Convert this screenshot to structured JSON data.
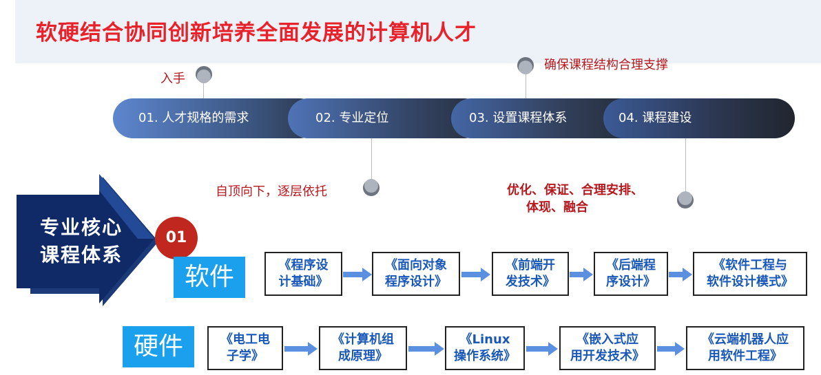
{
  "title": "软硬结合协同创新培养全面发展的计算机人才",
  "notes": {
    "start": "入手",
    "ensure": "确保课程结构合理支撑",
    "topdown": "自顶向下，逐层依托",
    "optimize_line1": "优化、保证、合理安排、",
    "optimize_line2": "体现、融合"
  },
  "process": [
    {
      "label": "01. 人才规格的需求"
    },
    {
      "label": "02. 专业定位"
    },
    {
      "label": "03. 设置课程体系"
    },
    {
      "label": "04. 课程建设"
    }
  ],
  "core": {
    "line1": "专业核心",
    "line2": "课程体系",
    "badge": "01"
  },
  "software": {
    "label": "软件",
    "courses": [
      "《程序设\n计基础》",
      "《面向对象\n程序设计》",
      "《前端开\n发技术》",
      "《后端程\n序设计》",
      "《软件工程与\n软件设计模式》"
    ]
  },
  "hardware": {
    "label": "硬件",
    "courses": [
      "《电工电\n子学》",
      "《计算机组\n成原理》",
      "《Linux\n操作系统》",
      "《嵌入式应\n用开发技术》",
      "《云端机器人应\n用软件工程》"
    ]
  },
  "colors": {
    "title_red": "#e8222a",
    "note_red": "#b5191e",
    "course_blue": "#1a58b7",
    "tag_blue": "#1aa0ec",
    "badge_red": "#c0271f",
    "arrow_blue": "#5b8fe0"
  }
}
